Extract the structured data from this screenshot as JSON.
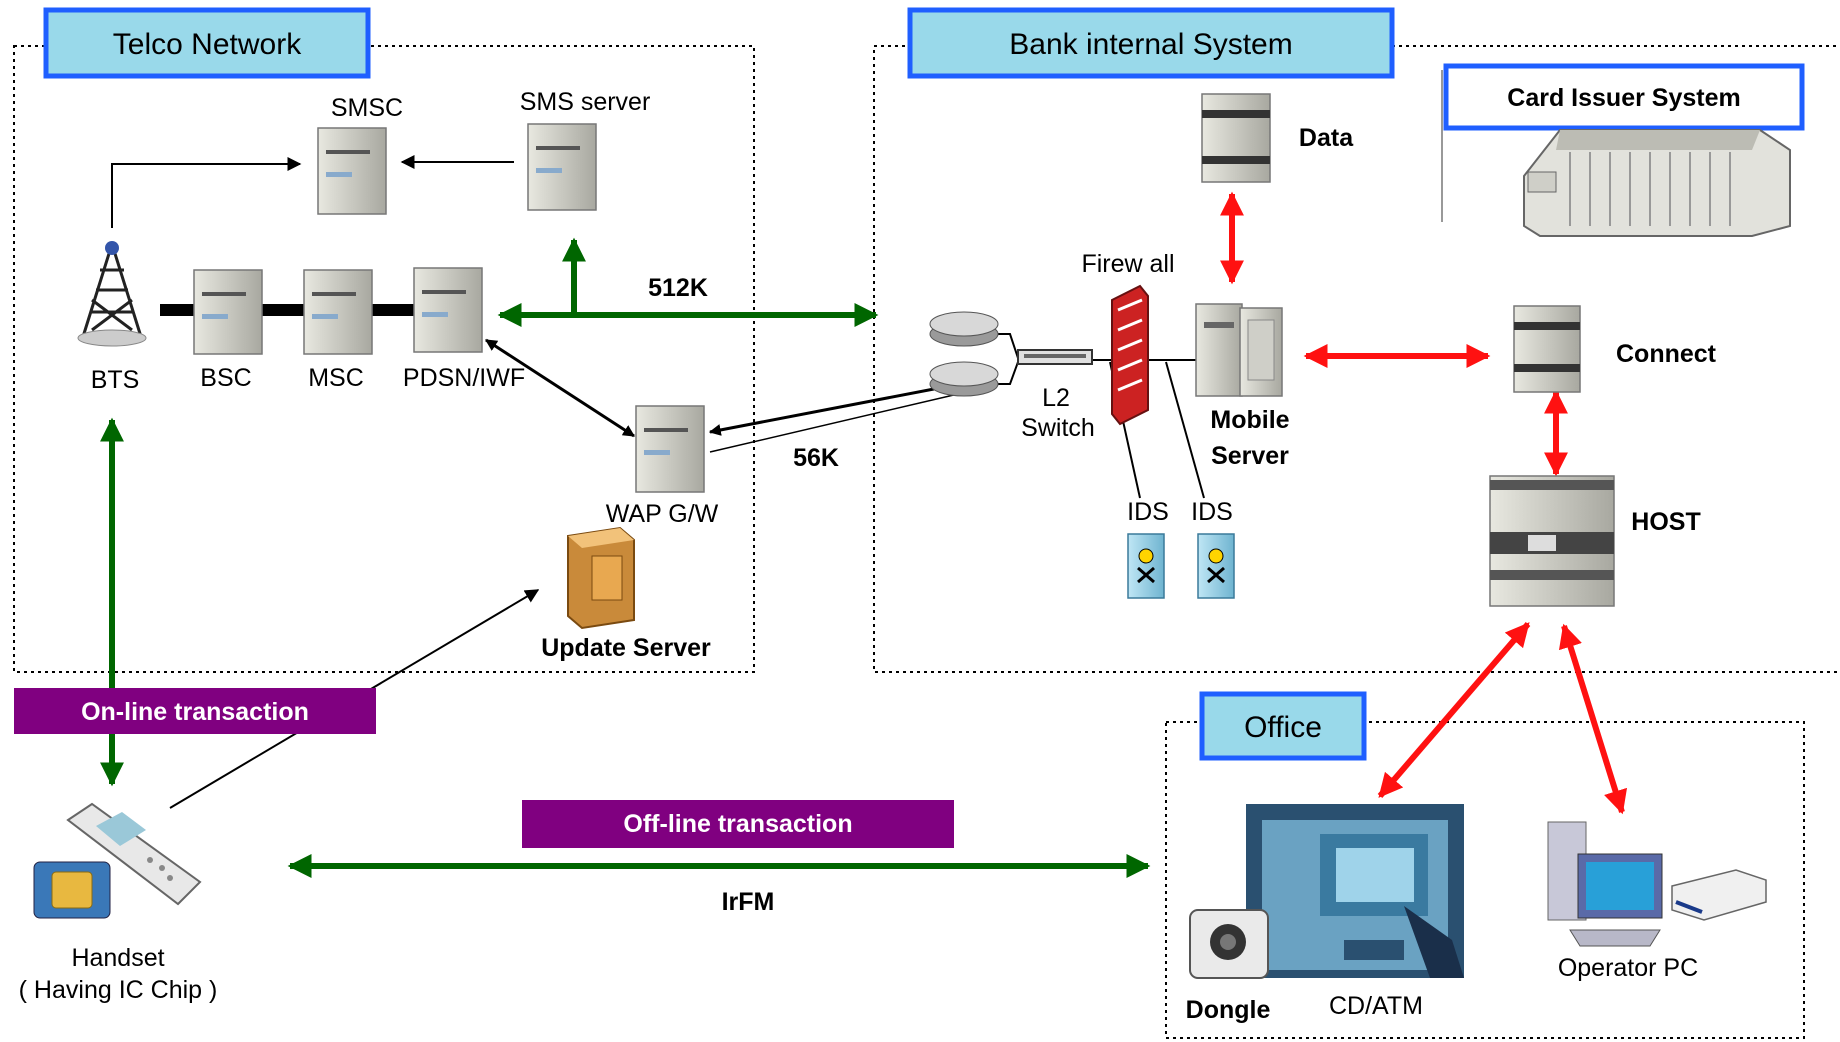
{
  "zones": {
    "telco": "Telco Network",
    "bank": "Bank internal System",
    "card_issuer": "Card Issuer System",
    "office": "Office"
  },
  "nodes": {
    "smsc": "SMSC",
    "sms_server": "SMS server",
    "bts": "BTS",
    "bsc": "BSC",
    "msc": "MSC",
    "pdsn": "PDSN/IWF",
    "wap": "WAP G/W",
    "update_server": "Update Server",
    "data": "Data",
    "firewall": "Firew all",
    "l2_switch_line1": "L2",
    "l2_switch_line2": "Switch",
    "mobile_server_line1": "Mobile",
    "mobile_server_line2": "Server",
    "ids_1": "IDS",
    "ids_2": "IDS",
    "connect": "Connect",
    "host": "HOST",
    "handset_line1": "Handset",
    "handset_line2": "( Having IC Chip )",
    "dongle": "Dongle",
    "atm": "CD/ATM",
    "operator_pc": "Operator  PC"
  },
  "links": {
    "bw_512k": "512K",
    "bw_56k": "56K",
    "irfm": "IrFM"
  },
  "banners": {
    "online": "On-line transaction",
    "offline": "Off-line transaction"
  },
  "colors": {
    "zone_header_fill": "#99d9ea",
    "zone_header_border": "#1f5fff",
    "banner_fill": "#800080",
    "green_link": "#006600",
    "red_link": "#ff1111",
    "black_link": "#000000"
  }
}
